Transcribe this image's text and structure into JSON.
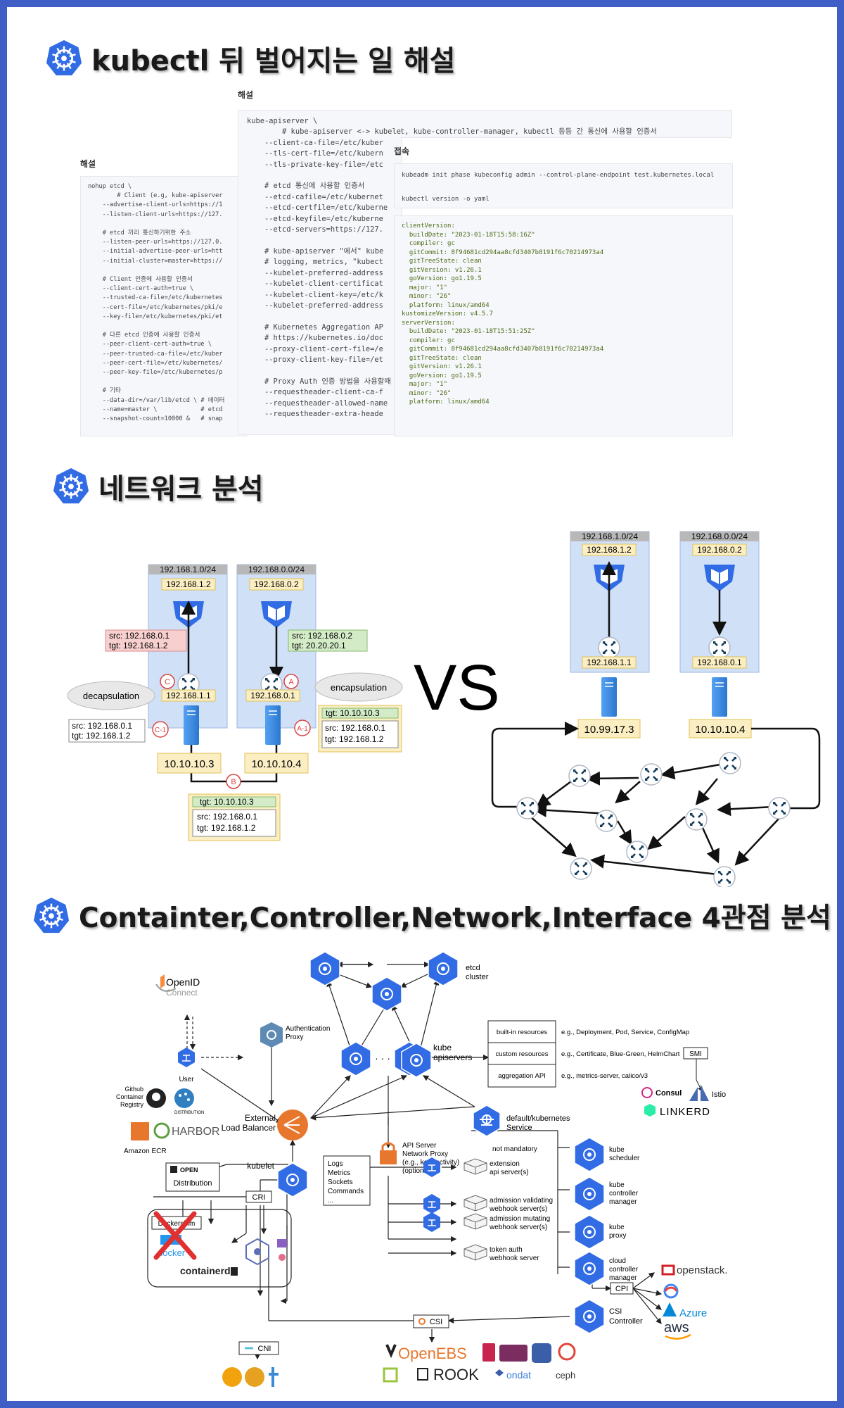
{
  "sections": {
    "s1_title": "kubectl 뒤 벌어지는 일 해설",
    "s2_title": "네트워크 분석",
    "s3_title": "Containter,Controller,Network,Interface  4관점 분석"
  },
  "panels": {
    "etcd_title": "해설",
    "etcd_code": "nohup etcd \\\n        # Client (e.g, kube-apiserver\n    --advertise-client-urls=https://1\n    --listen-client-urls=https://127.\n\n    # etcd 끼리 통신하기위한 주소\n    --listen-peer-urls=https://127.0.\n    --initial-advertise-peer-urls=htt\n    --initial-cluster=master=https://\n\n    # Client 인증에 사용할 인증서\n    --client-cert-auth=true \\\n    --trusted-ca-file=/etc/kubernetes\n    --cert-file=/etc/kubernetes/pki/e\n    --key-file=/etc/kubernetes/pki/et\n\n    # 다른 etcd 인증에 사용할 인증서\n    --peer-client-cert-auth=true \\\n    --peer-trusted-ca-file=/etc/kuber\n    --peer-cert-file=/etc/kubernetes/\n    --peer-key-file=/etc/kubernetes/p\n\n    # 기타\n    --data-dir=/var/lib/etcd \\ # 데이터\n    --name=master \\            # etcd\n    --snapshot-count=10000 &   # snap",
    "api_title": "해설",
    "api_code": "kube-apiserver \\\n        # kube-apiserver <-> kubelet, kube-controller-manager, kubectl 등등 간 통신에 사용할 인증서\n    --client-ca-file=/etc/kuber\n    --tls-cert-file=/etc/kubern\n    --tls-private-key-file=/etc\n\n    # etcd 통신에 사용할 인증서\n    --etcd-cafile=/etc/kubernet\n    --etcd-certfile=/etc/kuberne\n    --etcd-keyfile=/etc/kuberne\n    --etcd-servers=https://127.\n\n    # kube-apiserver \"에서\" kube\n    # logging, metrics, \"kubect\n    --kubelet-preferred-address\n    --kubelet-client-certificat\n    --kubelet-client-key=/etc/k\n    --kubelet-preferred-address\n\n    # Kubernetes Aggregation AP\n    # https://kubernetes.io/doc\n    --proxy-client-cert-file=/e\n    --proxy-client-key-file=/et\n\n    # Proxy Auth 인증 방법을 사용할때\n    --requestheader-client-ca-f\n    --requestheader-allowed-name\n    --requestheader-extra-heade",
    "conn_title": "접속",
    "conn_code": "kubeadm init phase kubeconfig admin --control-plane-endpoint test.kubernetes.local\n\nkubectl version -o yaml",
    "ver_code": "clientVersion:\n  buildDate: \"2023-01-18T15:58:16Z\"\n  compiler: gc\n  gitCommit: 8f94681cd294aa8cfd3407b8191f6c70214973a4\n  gitTreeState: clean\n  gitVersion: v1.26.1\n  goVersion: go1.19.5\n  major: \"1\"\n  minor: \"26\"\n  platform: linux/amd64\nkustomizeVersion: v4.5.7\nserverVersion:\n  buildDate: \"2023-01-18T15:51:25Z\"\n  compiler: gc\n  gitCommit: 8f94681cd294aa8cfd3407b8191f6c70214973a4\n  gitTreeState: clean\n  gitVersion: v1.26.1\n  goVersion: go1.19.5\n  major: \"1\"\n  minor: \"26\"\n  platform: linux/amd64"
  },
  "network": {
    "subnet_left": "192.168.1.0/24",
    "subnet_right": "192.168.0.0/24",
    "pod_left": "192.168.1.2",
    "pod_right": "192.168.0.2",
    "gw_left": "192.168.1.1",
    "gw_right": "192.168.0.1",
    "node_left": "10.10.10.3",
    "node_right": "10.10.10.4",
    "pkt_src_left": "src: 192.168.0.1",
    "pkt_tgt_left": "tgt: 192.168.1.2",
    "pkt_src_right": "src: 192.168.0.2",
    "pkt_tgt_right": "tgt: 20.20.20.1",
    "decap": "decapsulation",
    "encap": "encapsulation",
    "decap_src": "src: 192.168.0.1",
    "decap_tgt": "tgt: 192.168.1.2",
    "encap_outer": "tgt: 10.10.10.3",
    "encap_src": "src: 192.168.0.1",
    "encap_tgt": "tgt: 192.168.1.2",
    "bottom_outer": "tgt: 10.10.10.3",
    "bottom_src": "src: 192.168.0.1",
    "bottom_tgt": "tgt: 192.168.1.2",
    "marker_a": "A",
    "marker_a1": "A-1",
    "marker_b": "B",
    "marker_c": "C",
    "marker_c1": "C-1",
    "vs": "VS",
    "r_subnet_left": "192.168.1.0/24",
    "r_subnet_right": "192.168.0.0/24",
    "r_pod_left": "192.168.1.2",
    "r_pod_right": "192.168.0.2",
    "r_gw_left": "192.168.1.1",
    "r_gw_right": "192.168.0.1",
    "r_node_left": "10.99.17.3",
    "r_node_right": "10.10.10.4"
  },
  "arch": {
    "openid": "OpenID",
    "openid_sub": "Connect",
    "user": "User",
    "auth_proxy": [
      "Authentication",
      "Proxy"
    ],
    "etcd_cluster": [
      "etcd",
      "cluster"
    ],
    "kube_apiservers": [
      "kube",
      "apiservers"
    ],
    "res_builtin": "built-in resources",
    "res_builtin_eg": "e.g., Deployment, Pod, Service, ConfigMap",
    "res_custom": "custom resources",
    "res_custom_eg": "e.g., Certificate, Blue-Green, HelmChart",
    "smi": "SMI",
    "res_agg": "aggregation API",
    "res_agg_eg": "e.g., metrics-server, calico/v3",
    "consul": "Consul",
    "istio": "Istio",
    "linkerd": "LINKERD",
    "default_svc": [
      "default/kubernetes",
      "Service"
    ],
    "ext_lb": [
      "External",
      "Load Balancer"
    ],
    "github_reg": [
      "Github",
      "Container",
      "Registry"
    ],
    "distribution_logo": "DISTRIBUTION",
    "harbor": "HARBOR",
    "amazon_ecr": "Amazon ECR",
    "open_container": "OPEN",
    "distribution": "Distribution",
    "api_proxy": [
      "API Server",
      "Network Proxy",
      "(e.g., konnectivity)",
      "(optional)"
    ],
    "not_mandatory": "not mandatory",
    "kubelet": "kubelet",
    "logs_box": [
      "Logs",
      "Metrics",
      "Sockets",
      "Commands",
      "..."
    ],
    "ext_api": [
      "extension",
      "api server(s)"
    ],
    "adm_val": [
      "admission validating",
      "webhook server(s)"
    ],
    "adm_mut": [
      "admission mutating",
      "webhook server(s)"
    ],
    "token_auth": [
      "token auth",
      "webhook server"
    ],
    "kube_scheduler": [
      "kube",
      "scheduler"
    ],
    "kube_cm": [
      "kube",
      "controller",
      "manager"
    ],
    "kube_proxy": [
      "kube",
      "proxy"
    ],
    "cloud_cm": [
      "cloud",
      "controller",
      "manager"
    ],
    "csi_controller": [
      "CSI",
      "Controller"
    ],
    "cri": "CRI",
    "cpi": "CPI",
    "cni": "CNI",
    "csi": "CSI",
    "dockershim": "Dockershim",
    "docker": "docker",
    "containerd": "containerd",
    "openstack": "openstack.",
    "azure": "Azure",
    "aws": "aws",
    "openebs": "OpenEBS",
    "rook": "ROOK",
    "ondat": "ondat",
    "ceph": "ceph"
  },
  "colors": {
    "frame": "#3f5fc6",
    "k8s_blue": "#326ce5",
    "subnet_fill": "#cfe0f7",
    "label_yellow": "#fbeec2",
    "label_red": "#f8cfcf",
    "label_green": "#d3ecc7",
    "cloud": "#e8e8e8"
  }
}
